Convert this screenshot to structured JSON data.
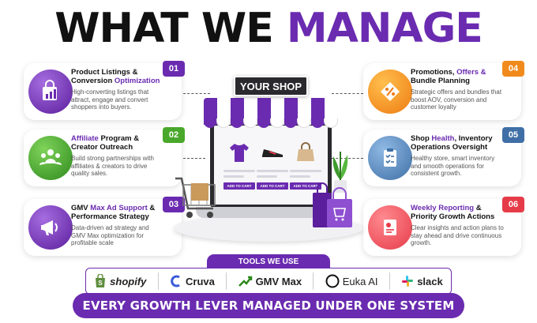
{
  "title": {
    "part1": "WHAT WE",
    "part2": "MANAGE"
  },
  "shop_sign": "YOUR SHOP",
  "add_to_cart": "ADD TO CART",
  "cards": [
    {
      "number": "01",
      "title_a": "Product Listings &",
      "title_b": "Conversion ",
      "title_hl": "Optimization",
      "desc": "High-converting listings that attract, engage and convert shoppers into buyers.",
      "icon": "shopping-bag-chart-icon"
    },
    {
      "number": "02",
      "title_hl": "Affiliate",
      "title_a": " Program &",
      "title_b": "Creator Outreach",
      "desc": "Build strong partnerships with affiliates & creators to drive quality sales.",
      "icon": "people-network-icon"
    },
    {
      "number": "03",
      "title_a": "GMV ",
      "title_hl": "Max Ad Support",
      "title_c": " &",
      "title_b": "Performance Strategy",
      "desc": "Data-driven ad strategy and GMV Max optimization for profitable scale",
      "icon": "megaphone-icon"
    },
    {
      "number": "04",
      "title_a": "Promotions, ",
      "title_hl": "Offers &",
      "title_b": "Bundle Planning",
      "desc": "Strategic offers and bundles that boost AOV, conversion and customer loyalty",
      "icon": "percent-tag-icon"
    },
    {
      "number": "05",
      "title_a": "Shop ",
      "title_hl": "Health",
      "title_c": ", Inventory",
      "title_b": "Operations Oversight",
      "desc": "Healthy store, smart inventory and smooth operations for consistent growth.",
      "icon": "clipboard-checklist-icon"
    },
    {
      "number": "06",
      "title_hl": "Weekly Reporting",
      "title_a": " &",
      "title_b": "Priority Growth Actions",
      "desc": "Clear insights and action plans to stay ahead and drive continuous growth.",
      "icon": "report-chart-icon"
    }
  ],
  "tools_label": "TOOLS WE USE",
  "tools": [
    {
      "name": "shopify",
      "icon": "shopify-bag-icon"
    },
    {
      "name": "Cruva",
      "icon": "cruva-logo-icon"
    },
    {
      "name": "GMV Max",
      "icon": "growth-arrow-icon"
    },
    {
      "name": "Euka AI",
      "icon": "euka-circle-icon"
    },
    {
      "name": "slack",
      "icon": "slack-logo-icon"
    }
  ],
  "footer": "EVERY GROWTH LEVER MANAGED UNDER ONE SYSTEM",
  "colors": {
    "accent": "#6a2bb0",
    "green": "#49a82b",
    "orange": "#f08a1c",
    "blue": "#3f6fa6",
    "pink": "#e63b48"
  }
}
